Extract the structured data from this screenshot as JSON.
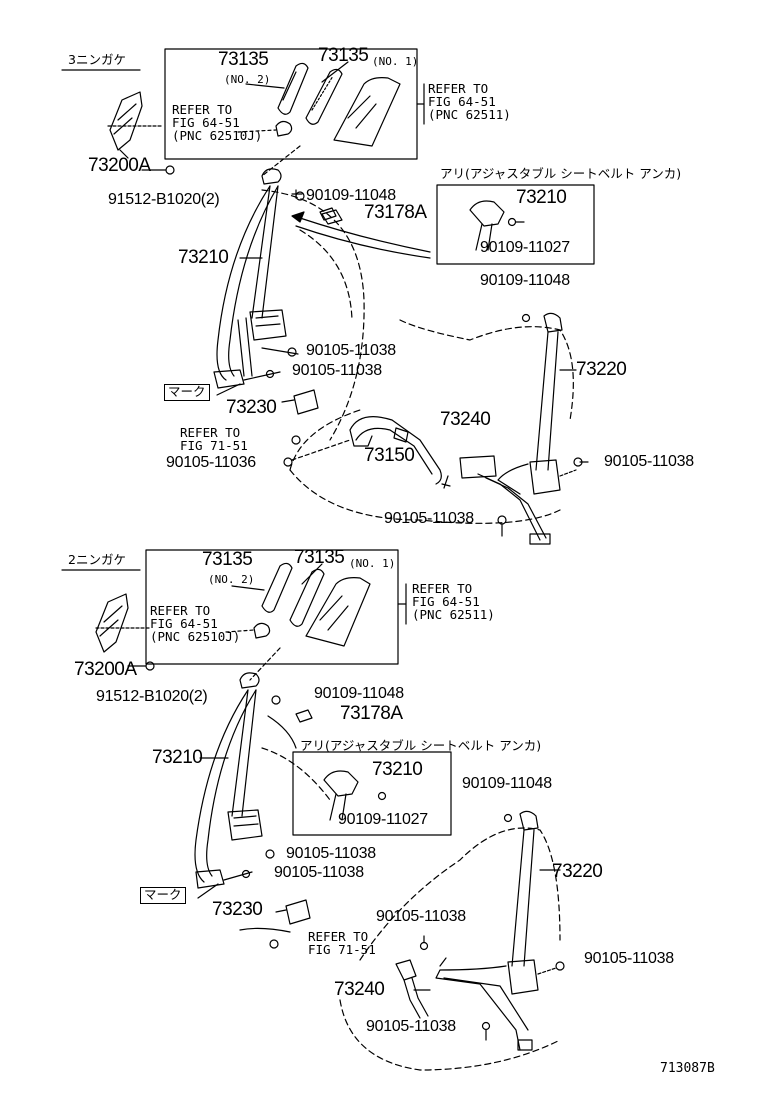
{
  "sections": {
    "upper": {
      "header": "3ニンガケ",
      "labels": {
        "p73135_a": "73135",
        "p73135_a_note": "(NO. 2)",
        "p73135_b": "73135",
        "p73135_b_note": "(NO. 1)",
        "ref_left": "REFER TO\nFIG 64-51\n(PNC 62510J)",
        "ref_right": "REFER TO\nFIG 64-51\n(PNC 62511)",
        "p73200A": "73200A",
        "p91512": "91512-B1020(2)",
        "p90109_11048_a": "90109-11048",
        "p73178A": "73178A",
        "ari_note": "アリ(アジャスタブル シートベルト アンカ)",
        "p73210_box": "73210",
        "p90109_11027": "90109-11027",
        "p73210": "73210",
        "p90109_11048_b": "90109-11048",
        "p90105_11038_a": "90105-11038",
        "p90105_11038_b": "90105-11038",
        "mark": "マーク",
        "p73230": "73230",
        "ref_fig71": "REFER TO\nFIG 71-51",
        "p90105_11036": "90105-11036",
        "p73150": "73150",
        "p73240": "73240",
        "p73220": "73220",
        "p90105_11038_c": "90105-11038",
        "p90105_11038_d": "90105-11038"
      }
    },
    "lower": {
      "header": "2ニンガケ",
      "labels": {
        "p73135_a": "73135",
        "p73135_a_note": "(NO. 2)",
        "p73135_b": "73135",
        "p73135_b_note": "(NO. 1)",
        "ref_left": "REFER TO\nFIG 64-51\n(PNC 62510J)",
        "ref_right": "REFER TO\nFIG 64-51\n(PNC 62511)",
        "p73200A": "73200A",
        "p91512": "91512-B1020(2)",
        "p90109_11048_a": "90109-11048",
        "p73178A": "73178A",
        "ari_note": "アリ(アジャスタブル シートベルト アンカ)",
        "p73210_box": "73210",
        "p90109_11027": "90109-11027",
        "p73210": "73210",
        "p90109_11048_b": "90109-11048",
        "p90105_11038_a": "90105-11038",
        "p90105_11038_b": "90105-11038",
        "mark": "マーク",
        "p73230": "73230",
        "ref_fig71": "REFER TO\nFIG 71-51",
        "p73220": "73220",
        "p90105_11038_c": "90105-11038",
        "p90105_11038_d": "90105-11038",
        "p73240": "73240",
        "p90105_11038_e": "90105-11038"
      }
    }
  },
  "figure_code": "713087B"
}
